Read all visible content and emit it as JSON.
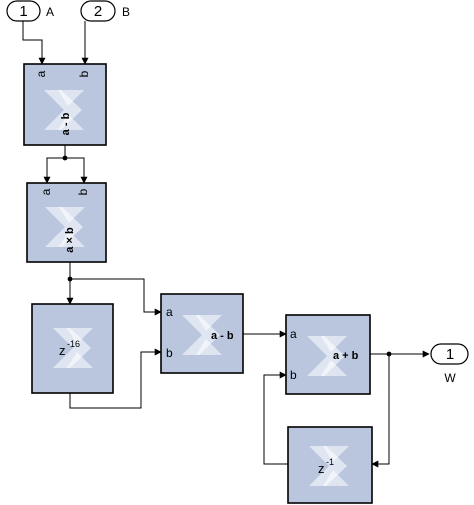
{
  "inports": [
    {
      "number": "1",
      "name": "A"
    },
    {
      "number": "2",
      "name": "B"
    }
  ],
  "outport": {
    "number": "1",
    "name": "W"
  },
  "blocks": {
    "sub1": {
      "in_a": "a",
      "in_b": "b",
      "op": "a - b"
    },
    "mult": {
      "in_a": "a",
      "in_b": "b",
      "op": "a × b"
    },
    "delay16": {
      "base": "z",
      "exp": "-16"
    },
    "sub2": {
      "in_a": "a",
      "in_b": "b",
      "op": "a - b"
    },
    "add": {
      "in_a": "a",
      "in_b": "b",
      "op": "a + b"
    },
    "delay1": {
      "base": "z",
      "exp": "-1"
    }
  },
  "colors": {
    "block_fill": "#b9c6dd",
    "logo": "#dfe6f2",
    "wire": "#000000"
  }
}
